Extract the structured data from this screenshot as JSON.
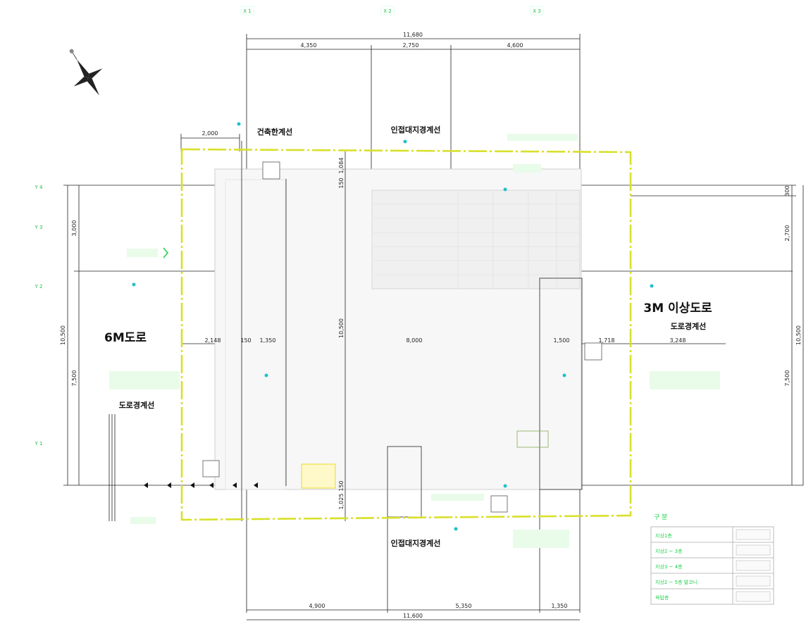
{
  "dimensions": {
    "top_total": "11,680",
    "top_segments": [
      "4,350",
      "2,750",
      "4,600"
    ],
    "setback": "2,000",
    "left_total": "10,500",
    "left_upper": "3,000",
    "left_lower": "7,500",
    "right_total": "10,500",
    "right_upper": "2,700",
    "right_top": "300",
    "right_lower": "7,500",
    "mid_row": [
      "2,148",
      "150",
      "1,350",
      "8,000",
      "1,500",
      "1,718",
      "3,248"
    ],
    "mid_vertical": "10,500",
    "top_vertical": [
      "150",
      "1,084"
    ],
    "bottom_vertical": [
      "1,025",
      "150"
    ],
    "bottom_segments": [
      "4,900",
      "5,350",
      "1,350"
    ],
    "bottom_total": "11,600"
  },
  "labels": {
    "building_line": "건축한계선",
    "neighbor_boundary_top": "인접대지경계선",
    "neighbor_boundary_bottom": "인접대지경계선",
    "road_6m": "6M도로",
    "road_3m": "3M 이상도로",
    "road_boundary_right": "도로경계선",
    "road_boundary_left": "도로경계선"
  },
  "legend": {
    "title": "구 분",
    "rows": [
      "지상1층",
      "지상2 ~ 3층",
      "지상3 ~ 4층",
      "지상2 ~ 5층 발코니",
      "옥탑층"
    ]
  },
  "colors": {
    "site_boundary": "#d8e02a",
    "annotation": "#1fd24a",
    "marker": "#21c2c8",
    "linework": "#222222",
    "faint": "#bdbdbd"
  }
}
